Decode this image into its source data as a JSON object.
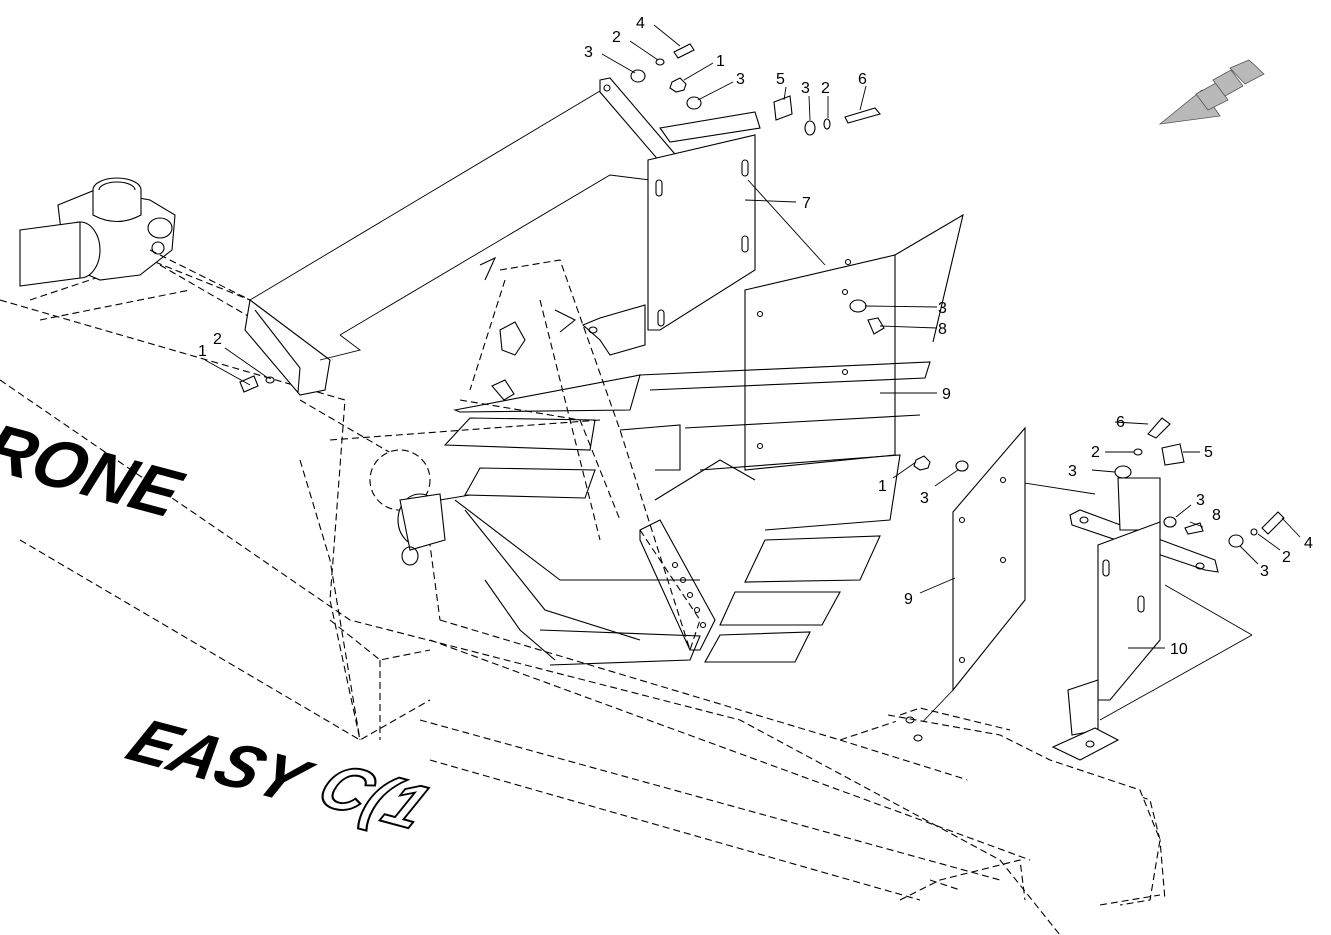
{
  "brand": {
    "rone": "RONE",
    "easy": "EASY",
    "cut_fragment": "C(1"
  },
  "callouts": [
    {
      "id": "c-4-top",
      "text": "4"
    },
    {
      "id": "c-2-top",
      "text": "2"
    },
    {
      "id": "c-3-topleft",
      "text": "3"
    },
    {
      "id": "c-1-top",
      "text": "1"
    },
    {
      "id": "c-3-topmid",
      "text": "3"
    },
    {
      "id": "c-5-top",
      "text": "5"
    },
    {
      "id": "c-3-topright",
      "text": "3"
    },
    {
      "id": "c-2-topright",
      "text": "2"
    },
    {
      "id": "c-6-top",
      "text": "6"
    },
    {
      "id": "c-7",
      "text": "7"
    },
    {
      "id": "c-3-panel",
      "text": "3"
    },
    {
      "id": "c-8-panel",
      "text": "8"
    },
    {
      "id": "c-9-upper",
      "text": "9"
    },
    {
      "id": "c-1-left",
      "text": "1"
    },
    {
      "id": "c-2-left",
      "text": "2"
    },
    {
      "id": "c-6-right",
      "text": "6"
    },
    {
      "id": "c-2-right",
      "text": "2"
    },
    {
      "id": "c-5-right",
      "text": "5"
    },
    {
      "id": "c-3-right",
      "text": "3"
    },
    {
      "id": "c-1-right",
      "text": "1"
    },
    {
      "id": "c-3-right2",
      "text": "3"
    },
    {
      "id": "c-3-right3",
      "text": "3"
    },
    {
      "id": "c-8-right",
      "text": "8"
    },
    {
      "id": "c-4-right",
      "text": "4"
    },
    {
      "id": "c-2-right2",
      "text": "2"
    },
    {
      "id": "c-3-right4",
      "text": "3"
    },
    {
      "id": "c-9-lower",
      "text": "9"
    },
    {
      "id": "c-10",
      "text": "10"
    }
  ]
}
